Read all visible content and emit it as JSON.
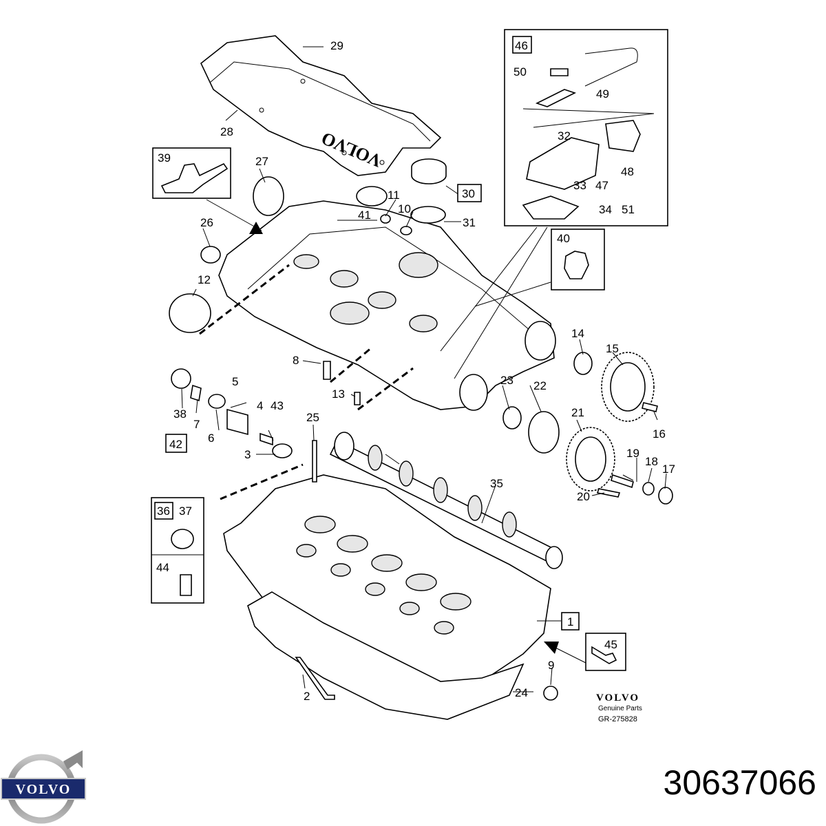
{
  "diagram": {
    "labels": [
      {
        "id": "c1",
        "text": "1"
      },
      {
        "id": "c2",
        "text": "2"
      },
      {
        "id": "c3",
        "text": "3"
      },
      {
        "id": "c4",
        "text": "4"
      },
      {
        "id": "c5",
        "text": "5"
      },
      {
        "id": "c6",
        "text": "6"
      },
      {
        "id": "c7",
        "text": "7"
      },
      {
        "id": "c8",
        "text": "8"
      },
      {
        "id": "c9",
        "text": "9"
      },
      {
        "id": "c10",
        "text": "10"
      },
      {
        "id": "c11",
        "text": "11"
      },
      {
        "id": "c12",
        "text": "12"
      },
      {
        "id": "c13",
        "text": "13"
      },
      {
        "id": "c14",
        "text": "14"
      },
      {
        "id": "c15",
        "text": "15"
      },
      {
        "id": "c16",
        "text": "16"
      },
      {
        "id": "c17",
        "text": "17"
      },
      {
        "id": "c18",
        "text": "18"
      },
      {
        "id": "c19",
        "text": "19"
      },
      {
        "id": "c20",
        "text": "20"
      },
      {
        "id": "c21",
        "text": "21"
      },
      {
        "id": "c22",
        "text": "22"
      },
      {
        "id": "c23",
        "text": "23"
      },
      {
        "id": "c24",
        "text": "24"
      },
      {
        "id": "c25",
        "text": "25"
      },
      {
        "id": "c26",
        "text": "26"
      },
      {
        "id": "c27",
        "text": "27"
      },
      {
        "id": "c28",
        "text": "28"
      },
      {
        "id": "c29",
        "text": "29"
      },
      {
        "id": "c30",
        "text": "30"
      },
      {
        "id": "c31",
        "text": "31"
      },
      {
        "id": "c32",
        "text": "32"
      },
      {
        "id": "c33",
        "text": "33"
      },
      {
        "id": "c34",
        "text": "34"
      },
      {
        "id": "c35",
        "text": "35"
      },
      {
        "id": "c36",
        "text": "36"
      },
      {
        "id": "c37",
        "text": "37"
      },
      {
        "id": "c38",
        "text": "38"
      },
      {
        "id": "c39",
        "text": "39"
      },
      {
        "id": "c40",
        "text": "40"
      },
      {
        "id": "c41",
        "text": "41"
      },
      {
        "id": "c42",
        "text": "42"
      },
      {
        "id": "c43",
        "text": "43"
      },
      {
        "id": "c44",
        "text": "44"
      },
      {
        "id": "c45",
        "text": "45"
      },
      {
        "id": "c46",
        "text": "46"
      },
      {
        "id": "c47",
        "text": "47"
      },
      {
        "id": "c48",
        "text": "48"
      },
      {
        "id": "c49",
        "text": "49"
      },
      {
        "id": "c50",
        "text": "50"
      },
      {
        "id": "c51",
        "text": "51"
      }
    ],
    "cover_text": "VOLVO",
    "brand_block": {
      "brand": "VOLVO",
      "line1": "Genuine Parts",
      "line2": "GR-275828"
    }
  },
  "logo": {
    "text": "VOLVO",
    "icon": "volvo-iron-mark-icon",
    "color": "#1a2a6c"
  },
  "part_number": "30637066"
}
